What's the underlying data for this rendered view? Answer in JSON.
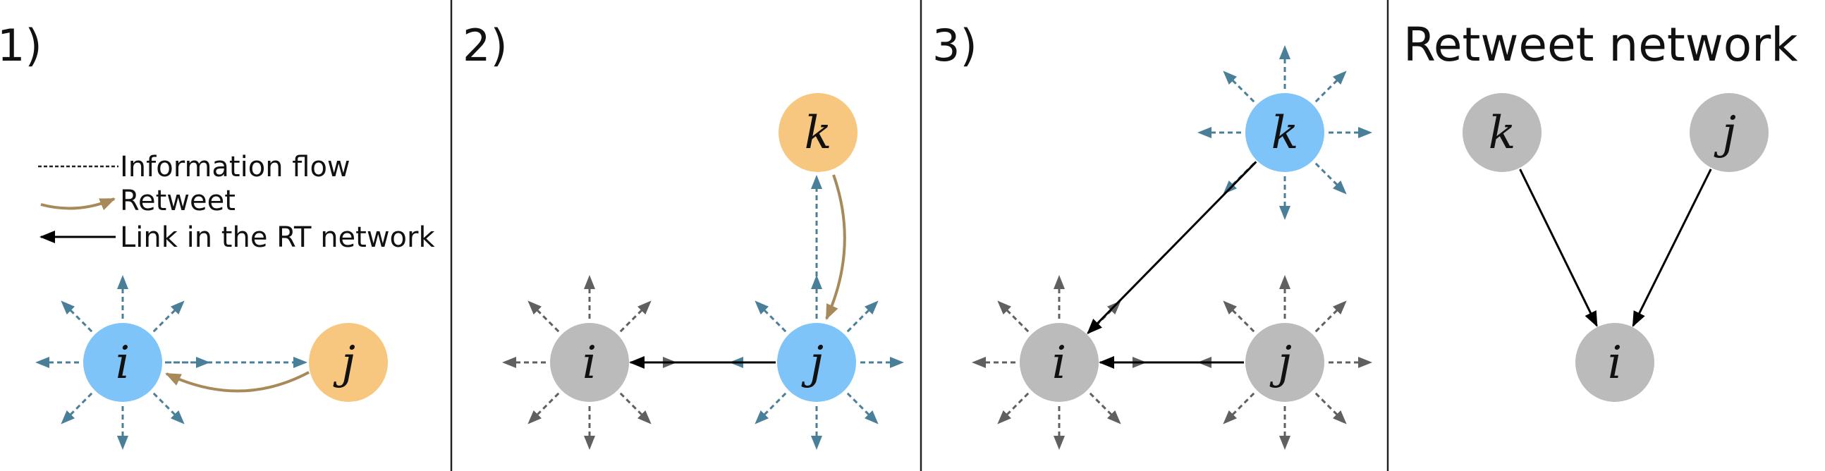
{
  "panels": [
    {
      "label": "1)"
    },
    {
      "label": "2)"
    },
    {
      "label": "3)"
    },
    {
      "label": "Retweet network"
    }
  ],
  "legend": {
    "information_flow": "Information flow",
    "retweet": "Retweet",
    "rt_link": "Link in the RT network"
  },
  "nodes": {
    "p1_i": "i",
    "p1_j": "j",
    "p2_i": "i",
    "p2_j": "j",
    "p2_k": "k",
    "p3_i": "i",
    "p3_j": "j",
    "p3_k": "k",
    "p4_k": "k",
    "p4_j": "j",
    "p4_i": "i"
  },
  "colors": {
    "active_node": "#7fc4f8",
    "retweeter_node": "#f8c77f",
    "passive_node": "#bbbbbb",
    "active_flow_arrow": "#4a7f99",
    "passive_flow_arrow": "#606060",
    "retweet_arrow": "#a8895a",
    "rt_link_arrow": "#000000"
  }
}
